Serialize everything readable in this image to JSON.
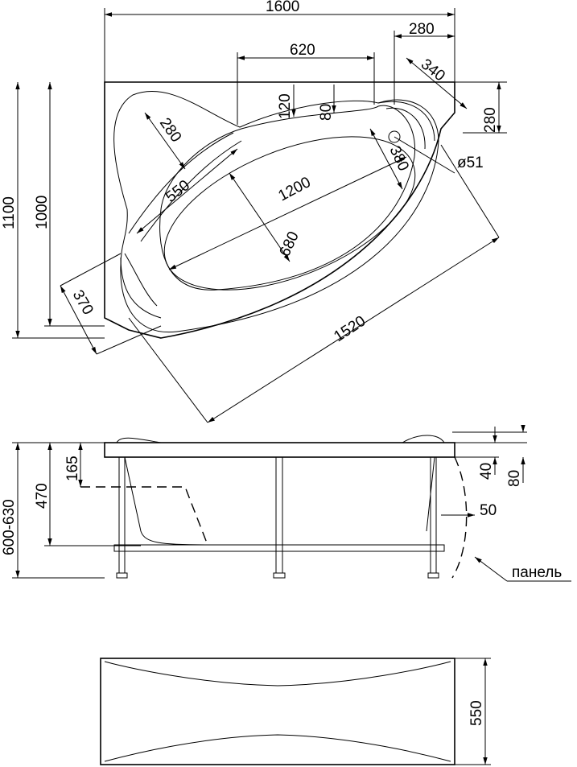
{
  "top_view": {
    "total_width": "1600",
    "corner_width": "280",
    "headrest_span": "620",
    "corner_diag": "340",
    "rim_depth_a": "120",
    "rim_depth_b": "80",
    "corner_height": "280",
    "seat_width": "280",
    "seat_length": "550",
    "basin_length": "1200",
    "drain_offset": "380",
    "drain_diameter": "ø51",
    "basin_width": "680",
    "total_depth": "1100",
    "side_depth": "1000",
    "corner_cut": "370",
    "diagonal_length": "1520"
  },
  "side_view": {
    "total_height": "600-630",
    "basin_depth": "470",
    "seat_depth": "165",
    "rim_thickness": "40",
    "rim_height": "80",
    "panel_offset": "50",
    "panel_label": "панель"
  },
  "front_panel": {
    "panel_height": "550"
  }
}
